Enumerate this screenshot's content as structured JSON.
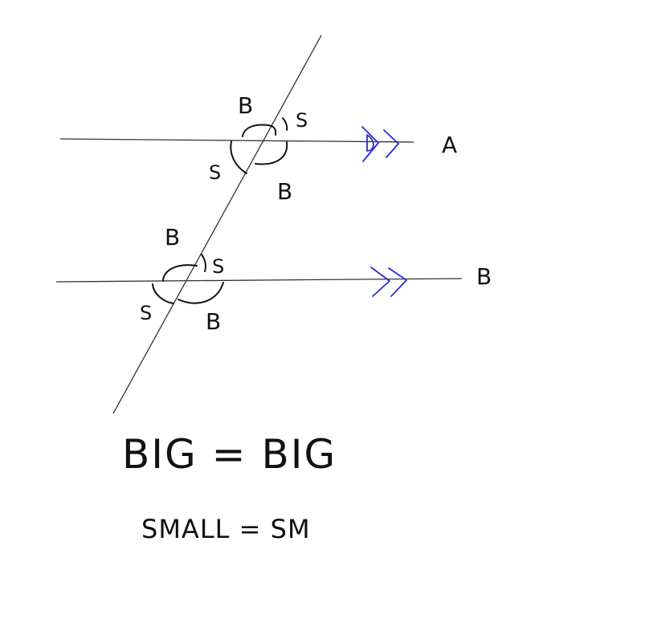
{
  "lines": {
    "a_label": "A",
    "b_label": "B"
  },
  "intersection_top": {
    "upper_left": "B",
    "upper_right": "S",
    "lower_left": "S",
    "lower_right": "B"
  },
  "intersection_bottom": {
    "upper_left": "B",
    "upper_right": "S",
    "lower_left": "S",
    "lower_right": "B"
  },
  "equations": {
    "big": "BIG = BIG",
    "small": "SMALL = SM"
  },
  "colors": {
    "parallel_marker": "#2b2bd8",
    "ink": "#111111"
  }
}
